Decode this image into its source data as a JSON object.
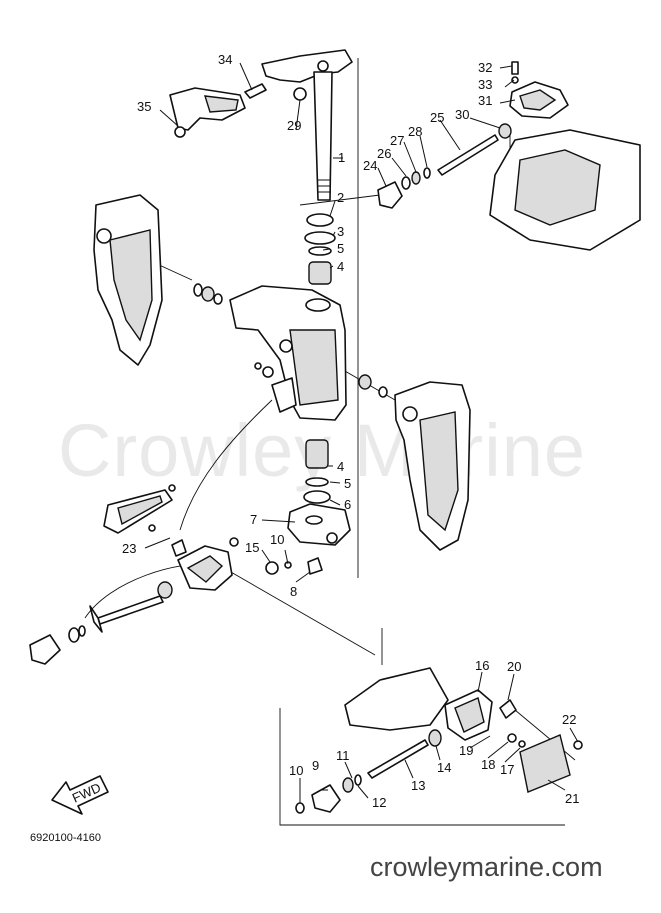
{
  "watermark": "Crowley Marine",
  "reference_code": "6920100-4160",
  "site_url": "crowleymarine.com",
  "fwd_label": "FWD",
  "callouts": {
    "c1": "1",
    "c2": "2",
    "c3": "3",
    "c4a": "4",
    "c4b": "4",
    "c5a": "5",
    "c5b": "5",
    "c6": "6",
    "c7": "7",
    "c8": "8",
    "c9": "9",
    "c10a": "10",
    "c10b": "10",
    "c11": "11",
    "c12": "12",
    "c13": "13",
    "c14": "14",
    "c15": "15",
    "c16": "16",
    "c17": "17",
    "c18": "18",
    "c19": "19",
    "c20": "20",
    "c21": "21",
    "c22": "22",
    "c23": "23",
    "c24": "24",
    "c25": "25",
    "c26": "26",
    "c27": "27",
    "c28": "28",
    "c29": "29",
    "c30": "30",
    "c31": "31",
    "c32": "32",
    "c33": "33",
    "c34": "34",
    "c35": "35"
  }
}
